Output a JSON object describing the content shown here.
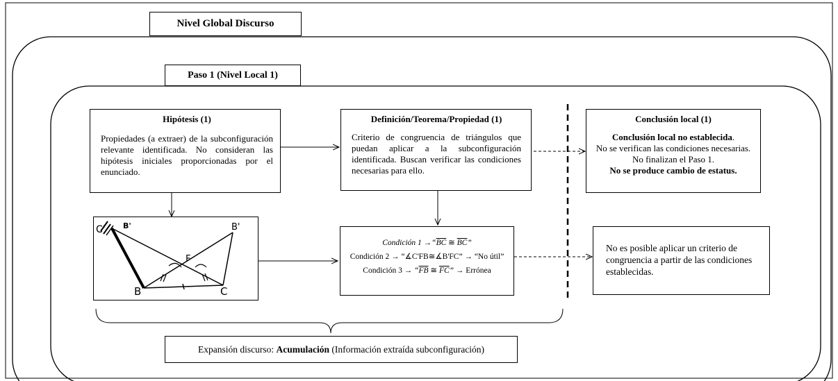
{
  "global_tab": {
    "label": "Nivel Global Discurso"
  },
  "step_tab": {
    "label": "Paso 1 (Nivel Local 1)"
  },
  "hypothesis": {
    "title": "Hipótesis (1)",
    "body": "Propiedades (a extraer) de la subconfiguración relevante identificada. No consideran las hipótesis iniciales proporcionadas por el enunciado."
  },
  "definition": {
    "title": "Definición/Teorema/Propiedad (1)",
    "body": "Criterio de congruencia de triángulos que puedan aplicar a la subconfiguración identificada. Buscan verificar las condiciones necesarias para ello."
  },
  "conclusion": {
    "title": "Conclusión local (1)",
    "bold_line": "Conclusión local no establecida",
    "dot": ".",
    "body": "No se verifican las condiciones necesarias. No finalizan el Paso 1.",
    "bold_last": "No se produce cambio de estatus."
  },
  "conditions": {
    "c1_label": "Condición 1",
    "c1_seg_a": "BC",
    "c1_seg_b": "BC",
    "c2_label": "Condición 2",
    "c2_expr": "“∡C'FB≅∡B'FC”",
    "c2_result": "“No útil”",
    "c3_label": "Condición 3",
    "c3_seg_a": "FB",
    "c3_seg_b": "FC",
    "c3_result": "Errónea",
    "arrow": "→",
    "congruent": "≅"
  },
  "result_box": {
    "body": "No es posible aplicar un criterio de congruencia a partir de las condiciones establecidas."
  },
  "expansion": {
    "prefix": "Expansión discurso: ",
    "bold": "Acumulación",
    "suffix": " (Información extraída subconfiguración)"
  },
  "sketch": {
    "labels": [
      "C'",
      "B'",
      "B'",
      "F",
      "B",
      "C"
    ]
  }
}
